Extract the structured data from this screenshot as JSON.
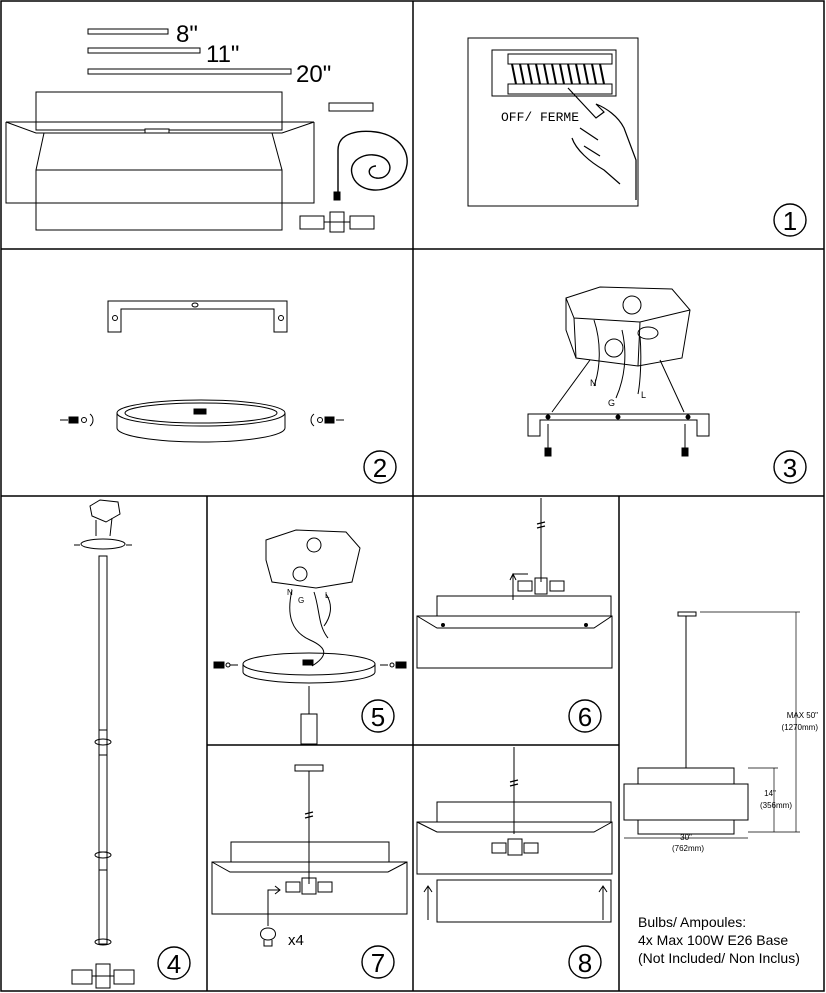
{
  "parts": {
    "rod_lengths": [
      "8\"",
      "11\"",
      "20\""
    ]
  },
  "steps": {
    "step1": {
      "number": "1",
      "breaker_label": "OFF/ FERME"
    },
    "step2": {
      "number": "2"
    },
    "step3": {
      "number": "3",
      "wire_n": "N",
      "wire_g": "G",
      "wire_l": "L"
    },
    "step4": {
      "number": "4"
    },
    "step5": {
      "number": "5",
      "wire_n": "N",
      "wire_g": "G",
      "wire_l": "L"
    },
    "step6": {
      "number": "6"
    },
    "step7": {
      "number": "7",
      "bulb_qty": "x4"
    },
    "step8": {
      "number": "8"
    }
  },
  "dimensions": {
    "max_height": "MAX 50\"",
    "max_height_mm": "(1270mm)",
    "shade_height": "14\"",
    "shade_height_mm": "(356mm)",
    "shade_width": "30\"",
    "shade_width_mm": "(762mm)"
  },
  "bulbs": {
    "line1": "Bulbs/ Ampoules:",
    "line2": "4x Max 100W E26 Base",
    "line3": "(Not Included/ Non Inclus)"
  }
}
